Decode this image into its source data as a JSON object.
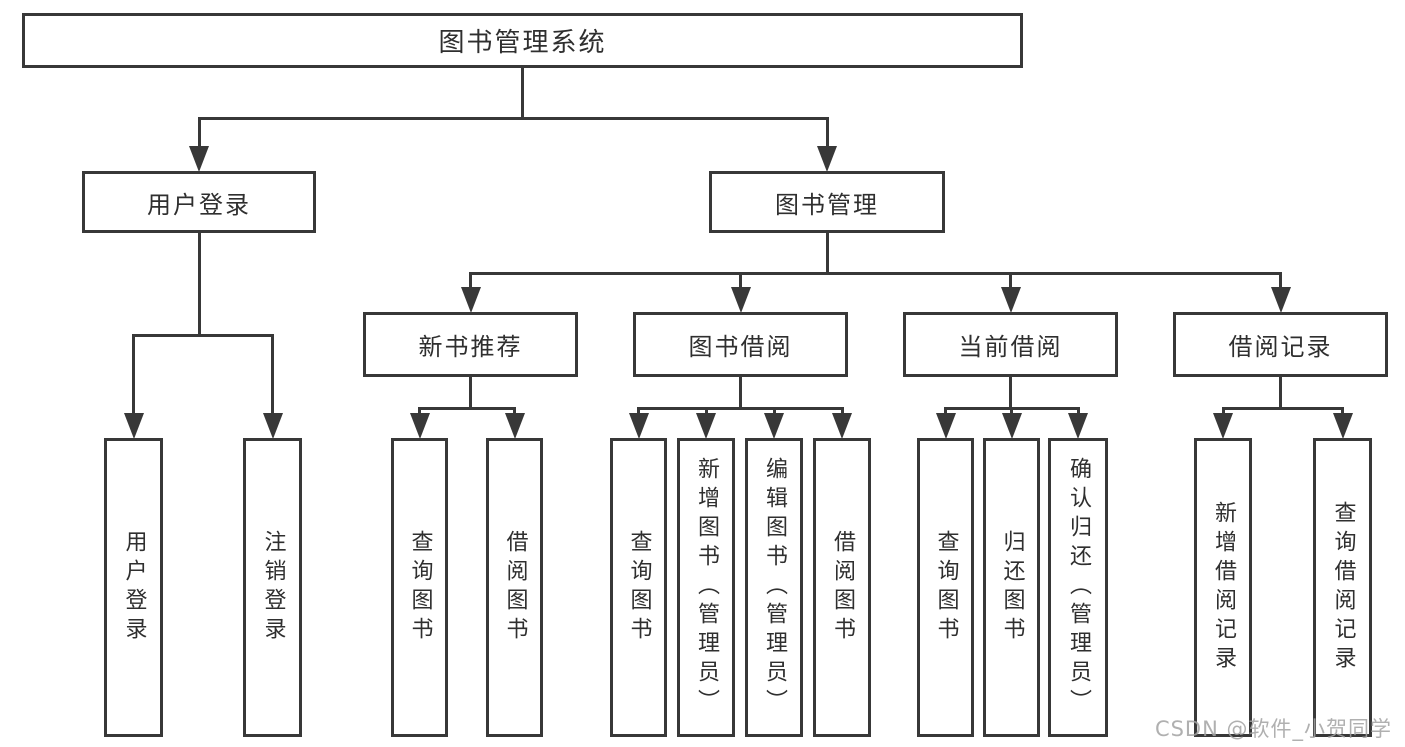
{
  "watermark": "CSDN @软件_小贺同学",
  "diagram": {
    "title": "图书管理系统",
    "colors": {
      "line": "#383838",
      "box_border": "#383838",
      "text": "#2f2f2f",
      "background": "#ffffff",
      "watermark": "#a2a2a2"
    },
    "nodes": [
      {
        "id": "root",
        "label": "图书管理系统",
        "parent": null
      },
      {
        "id": "user-login",
        "label": "用户登录",
        "parent": "root"
      },
      {
        "id": "book-management",
        "label": "图书管理",
        "parent": "root"
      },
      {
        "id": "new-book-recommend",
        "label": "新书推荐",
        "parent": "book-management"
      },
      {
        "id": "book-borrowing",
        "label": "图书借阅",
        "parent": "book-management"
      },
      {
        "id": "current-borrowing",
        "label": "当前借阅",
        "parent": "book-management"
      },
      {
        "id": "borrowing-records",
        "label": "借阅记录",
        "parent": "book-management"
      },
      {
        "id": "user-login-leaf",
        "label": "用户登录",
        "parent": "user-login"
      },
      {
        "id": "logout-leaf",
        "label": "注销登录",
        "parent": "user-login"
      },
      {
        "id": "query-books-recommend",
        "label": "查询图书",
        "parent": "new-book-recommend"
      },
      {
        "id": "borrow-books-recommend",
        "label": "借阅图书",
        "parent": "new-book-recommend"
      },
      {
        "id": "query-books-borrowing",
        "label": "查询图书",
        "parent": "book-borrowing"
      },
      {
        "id": "add-books-admin",
        "label": "新增图书（管理员）",
        "parent": "book-borrowing"
      },
      {
        "id": "edit-books-admin",
        "label": "编辑图书（管理员）",
        "parent": "book-borrowing"
      },
      {
        "id": "borrow-books-borrowing",
        "label": "借阅图书",
        "parent": "book-borrowing"
      },
      {
        "id": "query-books-current",
        "label": "查询图书",
        "parent": "current-borrowing"
      },
      {
        "id": "return-books",
        "label": "归还图书",
        "parent": "current-borrowing"
      },
      {
        "id": "confirm-return-admin",
        "label": "确认归还（管理员）",
        "parent": "current-borrowing"
      },
      {
        "id": "add-borrow-record",
        "label": "新增借阅记录",
        "parent": "borrowing-records"
      },
      {
        "id": "query-borrow-record",
        "label": "查询借阅记录",
        "parent": "borrowing-records"
      }
    ]
  }
}
